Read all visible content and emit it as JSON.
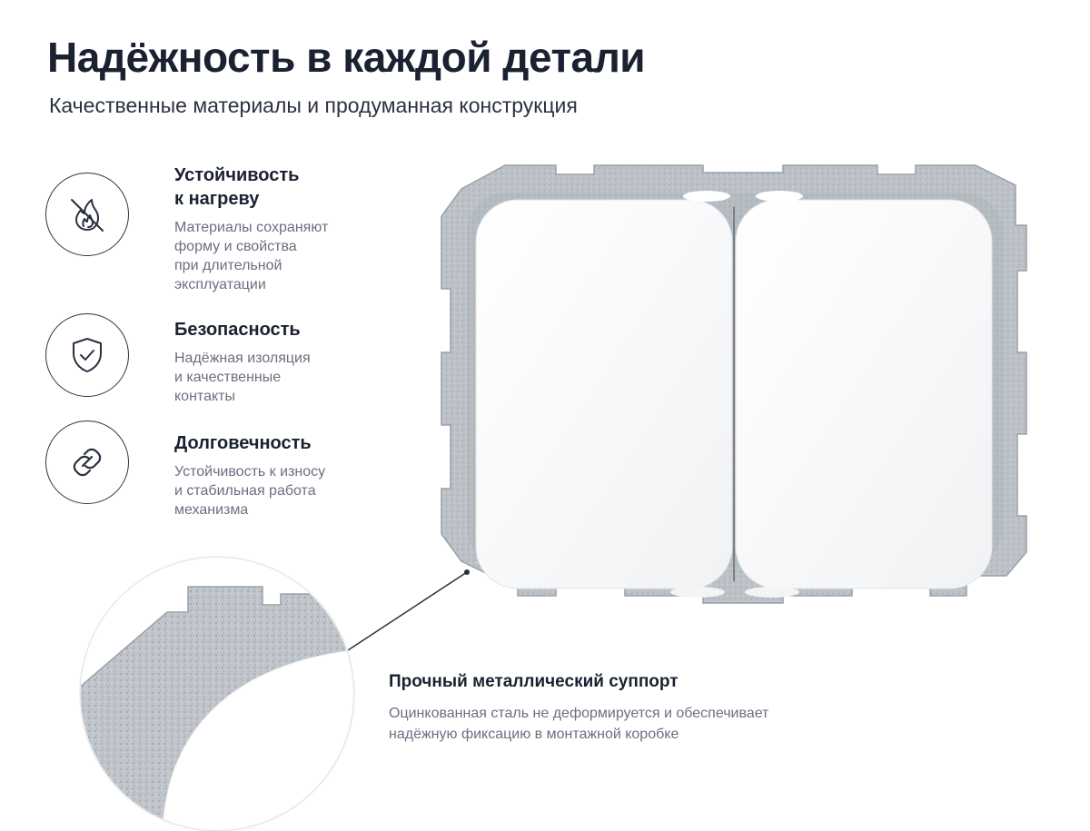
{
  "header": {
    "title": "Надёжность в каждой детали",
    "subtitle": "Качественные материалы и продуманная конструкция"
  },
  "features": [
    {
      "icon": "no-fire-icon",
      "title": "Устойчивость\nк нагреву",
      "description": "Материалы сохраняют\nформу и свойства\nпри длительной\nэксплуатации"
    },
    {
      "icon": "shield-check-icon",
      "title": "Безопасность",
      "description": "Надёжная изоляция\nи качественные\nконтакты"
    },
    {
      "icon": "chain-link-icon",
      "title": "Долговечность",
      "description": "Устойчивость к износу\nи стабильная работа\nмеханизма"
    }
  ],
  "callout": {
    "title": "Прочный металлический суппорт",
    "description": "Оцинкованная сталь не деформируется и обеспечивает\nнадёжную фиксацию в монтажной коробке"
  },
  "colors": {
    "text_dark": "#1a2130",
    "text_muted": "#6a7080",
    "metal": "#b9bfc4",
    "switch_white": "#ffffff"
  }
}
